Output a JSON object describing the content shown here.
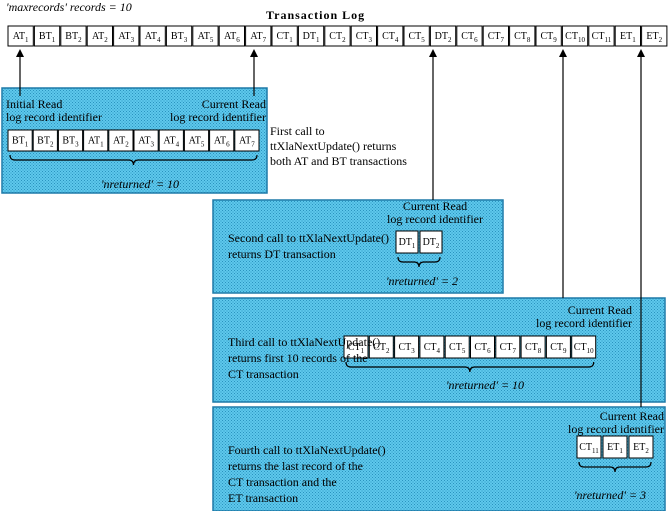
{
  "header": {
    "maxrecords_label": "'maxrecords' records = 10",
    "title": "Transaction Log"
  },
  "log_records": [
    [
      "AT",
      "1"
    ],
    [
      "BT",
      "1"
    ],
    [
      "BT",
      "2"
    ],
    [
      "AT",
      "2"
    ],
    [
      "AT",
      "3"
    ],
    [
      "AT",
      "4"
    ],
    [
      "BT",
      "3"
    ],
    [
      "AT",
      "5"
    ],
    [
      "AT",
      "6"
    ],
    [
      "AT",
      "7"
    ],
    [
      "CT",
      "1"
    ],
    [
      "DT",
      "1"
    ],
    [
      "CT",
      "2"
    ],
    [
      "CT",
      "3"
    ],
    [
      "CT",
      "4"
    ],
    [
      "CT",
      "5"
    ],
    [
      "DT",
      "2"
    ],
    [
      "CT",
      "6"
    ],
    [
      "CT",
      "7"
    ],
    [
      "CT",
      "8"
    ],
    [
      "CT",
      "9"
    ],
    [
      "CT",
      "10"
    ],
    [
      "CT",
      "11"
    ],
    [
      "ET",
      "1"
    ],
    [
      "ET",
      "2"
    ]
  ],
  "calls": [
    {
      "initial_read_label": [
        "Initial Read",
        "log record identifier"
      ],
      "current_read_label": [
        "Current Read",
        "log record identifier"
      ],
      "description": [
        "First call to",
        "ttXlaNextUpdate() returns",
        "both AT and BT transactions"
      ],
      "records": [
        [
          "BT",
          "1"
        ],
        [
          "BT",
          "2"
        ],
        [
          "BT",
          "3"
        ],
        [
          "AT",
          "1"
        ],
        [
          "AT",
          "2"
        ],
        [
          "AT",
          "3"
        ],
        [
          "AT",
          "4"
        ],
        [
          "AT",
          "5"
        ],
        [
          "AT",
          "6"
        ],
        [
          "AT",
          "7"
        ]
      ],
      "nreturned": "'nreturned' = 10"
    },
    {
      "current_read_label": [
        "Current Read",
        "log record identifier"
      ],
      "description": [
        "Second call to ttXlaNextUpdate()",
        "returns DT transaction"
      ],
      "records": [
        [
          "DT",
          "1"
        ],
        [
          "DT",
          "2"
        ]
      ],
      "nreturned": "'nreturned' = 2"
    },
    {
      "current_read_label": [
        "Current Read",
        "log record identifier"
      ],
      "description": [
        "Third call to ttXlaNextUpdate()",
        "returns first 10 records of the",
        "CT transaction"
      ],
      "records": [
        [
          "CT",
          "1"
        ],
        [
          "CT",
          "2"
        ],
        [
          "CT",
          "3"
        ],
        [
          "CT",
          "4"
        ],
        [
          "CT",
          "5"
        ],
        [
          "CT",
          "6"
        ],
        [
          "CT",
          "7"
        ],
        [
          "CT",
          "8"
        ],
        [
          "CT",
          "9"
        ],
        [
          "CT",
          "10"
        ]
      ],
      "nreturned": "'nreturned' = 10"
    },
    {
      "current_read_label": [
        "Current Read",
        "log record identifier"
      ],
      "description": [
        "Fourth call to ttXlaNextUpdate()",
        "returns the last record of the",
        "CT transaction and the",
        "ET transaction"
      ],
      "records": [
        [
          "CT",
          "11"
        ],
        [
          "ET",
          "1"
        ],
        [
          "ET",
          "2"
        ]
      ],
      "nreturned": "'nreturned' = 3"
    }
  ],
  "colors": {
    "panel_fill": "#5ec8ec",
    "panel_dot": "#2a93bf",
    "panel_border": "#1e7aa8",
    "box_fill": "#ffffff",
    "ink": "#000000"
  }
}
